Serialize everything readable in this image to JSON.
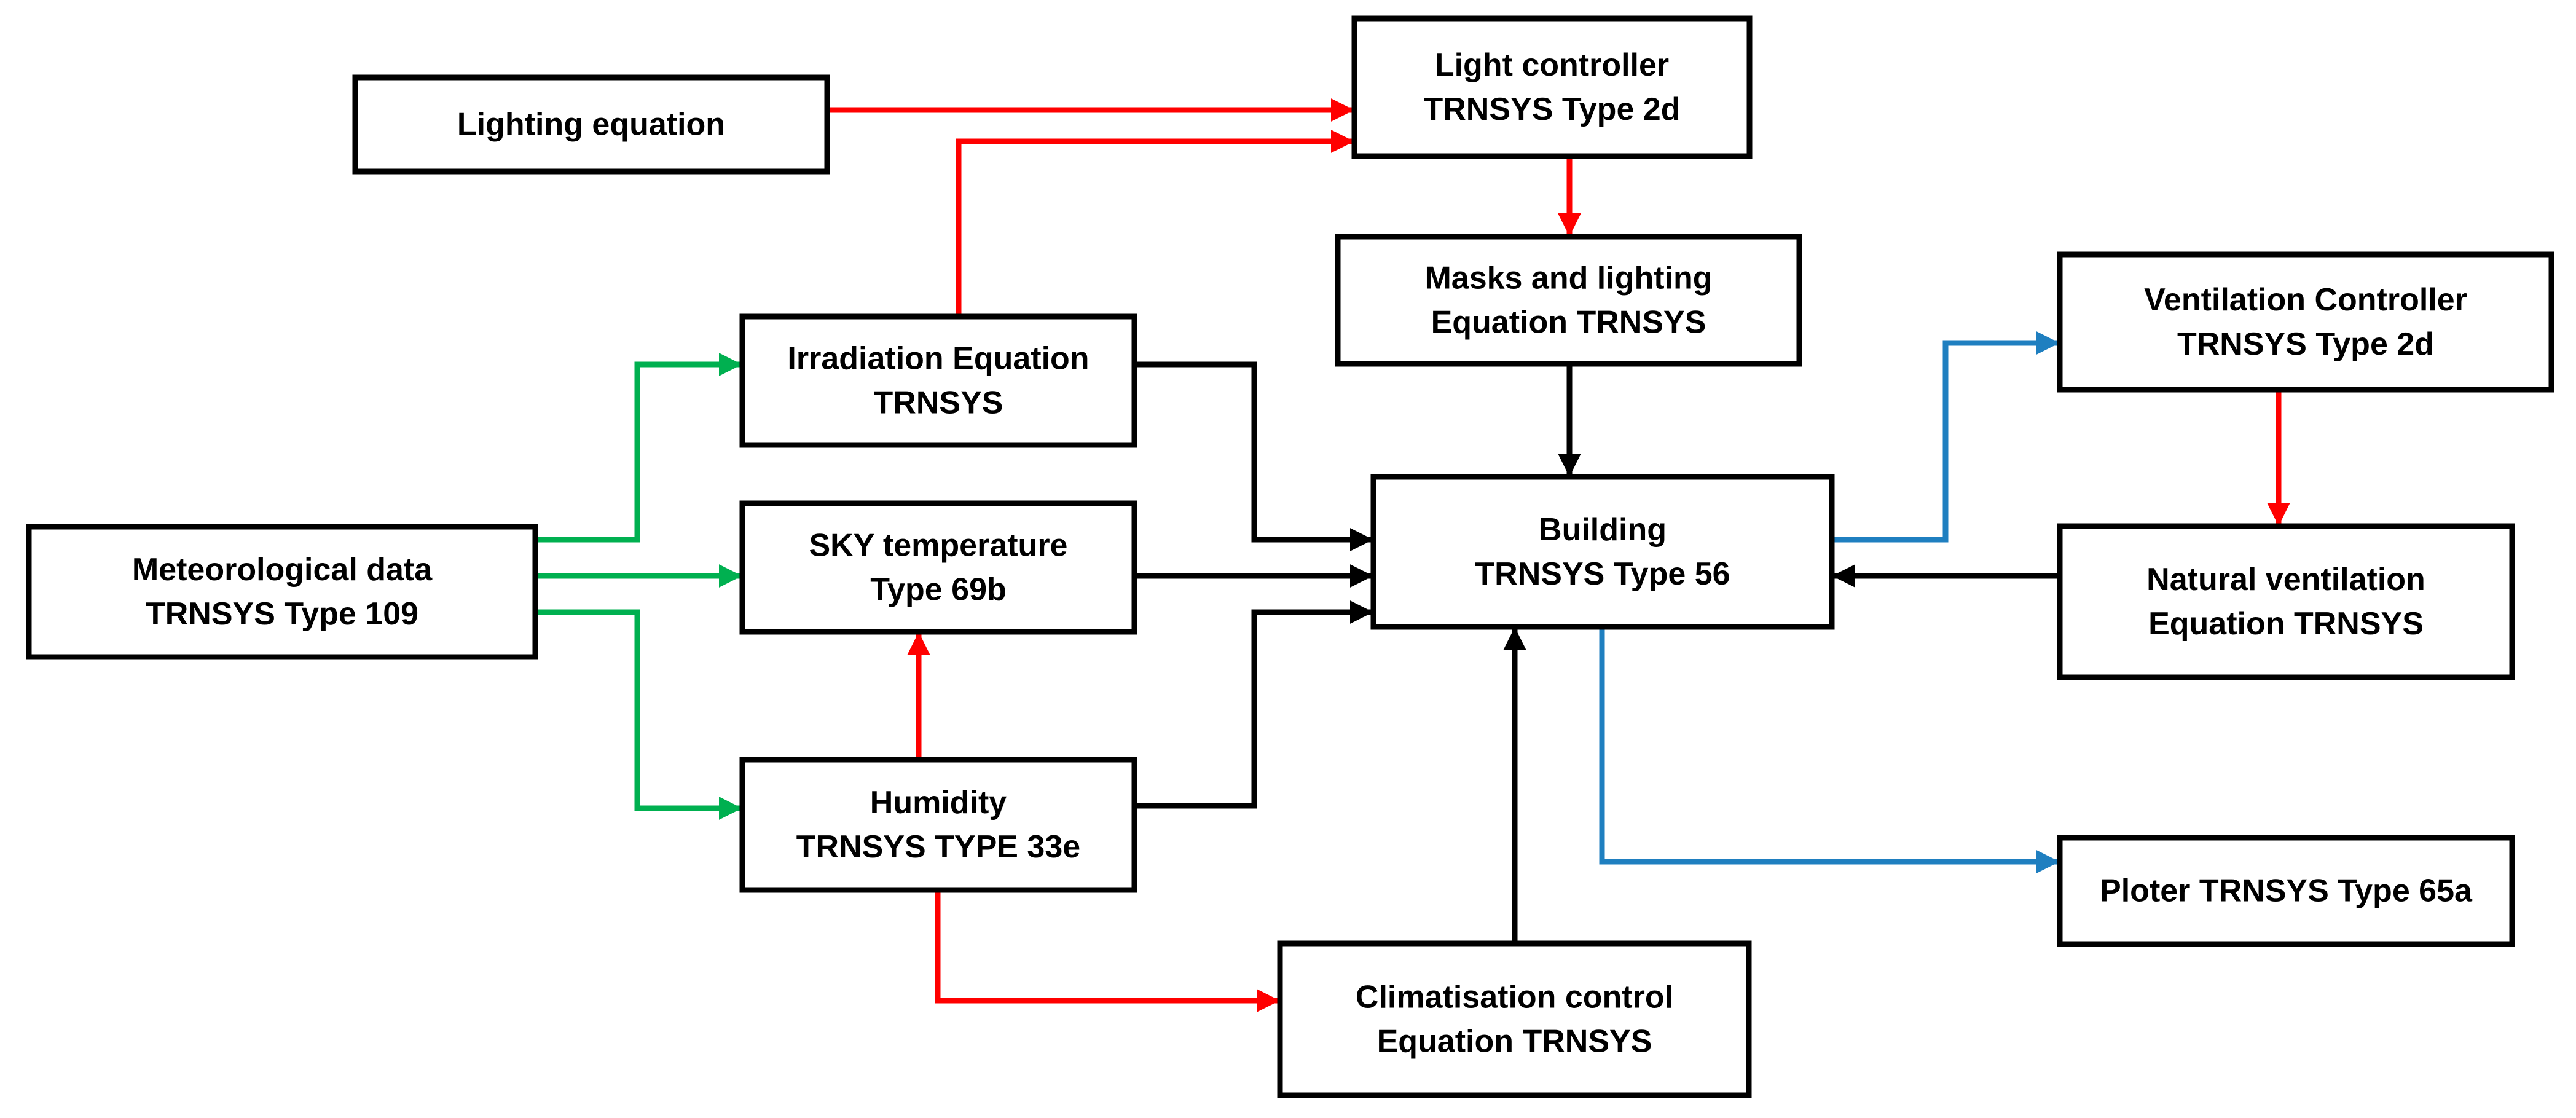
{
  "colors": {
    "red": "#ff0000",
    "green": "#00b050",
    "blue": "#1f7fc0",
    "black": "#000000",
    "box_border": "#000000",
    "box_fill": "#ffffff"
  },
  "boxes": {
    "lighting_equation": {
      "lines": [
        "Lighting equation"
      ]
    },
    "light_controller": {
      "lines": [
        "Light controller",
        "TRNSYS Type 2d"
      ]
    },
    "masks_lighting": {
      "lines": [
        "Masks and lighting",
        "Equation TRNSYS"
      ]
    },
    "irradiation": {
      "lines": [
        "Irradiation Equation",
        "TRNSYS"
      ]
    },
    "sky_temperature": {
      "lines": [
        "SKY temperature",
        "Type 69b"
      ]
    },
    "humidity": {
      "lines": [
        "Humidity",
        "TRNSYS TYPE 33e"
      ]
    },
    "meteorological": {
      "lines": [
        "Meteorological data",
        "TRNSYS Type 109"
      ]
    },
    "building": {
      "lines": [
        "Building",
        "TRNSYS Type 56"
      ]
    },
    "ventilation_controller": {
      "lines": [
        "Ventilation Controller",
        "TRNSYS Type 2d"
      ]
    },
    "natural_ventilation": {
      "lines": [
        "Natural ventilation",
        "Equation TRNSYS"
      ]
    },
    "ploter": {
      "lines": [
        "Ploter TRNSYS Type 65a"
      ]
    },
    "climatisation": {
      "lines": [
        "Climatisation control",
        "Equation TRNSYS"
      ]
    }
  },
  "connections": [
    {
      "from": "lighting_equation",
      "to": "light_controller",
      "color": "red"
    },
    {
      "from": "irradiation",
      "to": "light_controller",
      "color": "red"
    },
    {
      "from": "light_controller",
      "to": "masks_lighting",
      "color": "red"
    },
    {
      "from": "masks_lighting",
      "to": "building",
      "color": "black"
    },
    {
      "from": "meteorological",
      "to": "irradiation",
      "color": "green"
    },
    {
      "from": "meteorological",
      "to": "sky_temperature",
      "color": "green"
    },
    {
      "from": "meteorological",
      "to": "humidity",
      "color": "green"
    },
    {
      "from": "irradiation",
      "to": "building",
      "color": "black"
    },
    {
      "from": "sky_temperature",
      "to": "building",
      "color": "black"
    },
    {
      "from": "humidity",
      "to": "building",
      "color": "black"
    },
    {
      "from": "humidity",
      "to": "sky_temperature",
      "color": "red"
    },
    {
      "from": "humidity",
      "to": "climatisation",
      "color": "red"
    },
    {
      "from": "climatisation",
      "to": "building",
      "color": "black"
    },
    {
      "from": "building",
      "to": "ventilation_controller",
      "color": "blue"
    },
    {
      "from": "ventilation_controller",
      "to": "natural_ventilation",
      "color": "red"
    },
    {
      "from": "natural_ventilation",
      "to": "building",
      "color": "black"
    },
    {
      "from": "building",
      "to": "ploter",
      "color": "blue"
    }
  ]
}
